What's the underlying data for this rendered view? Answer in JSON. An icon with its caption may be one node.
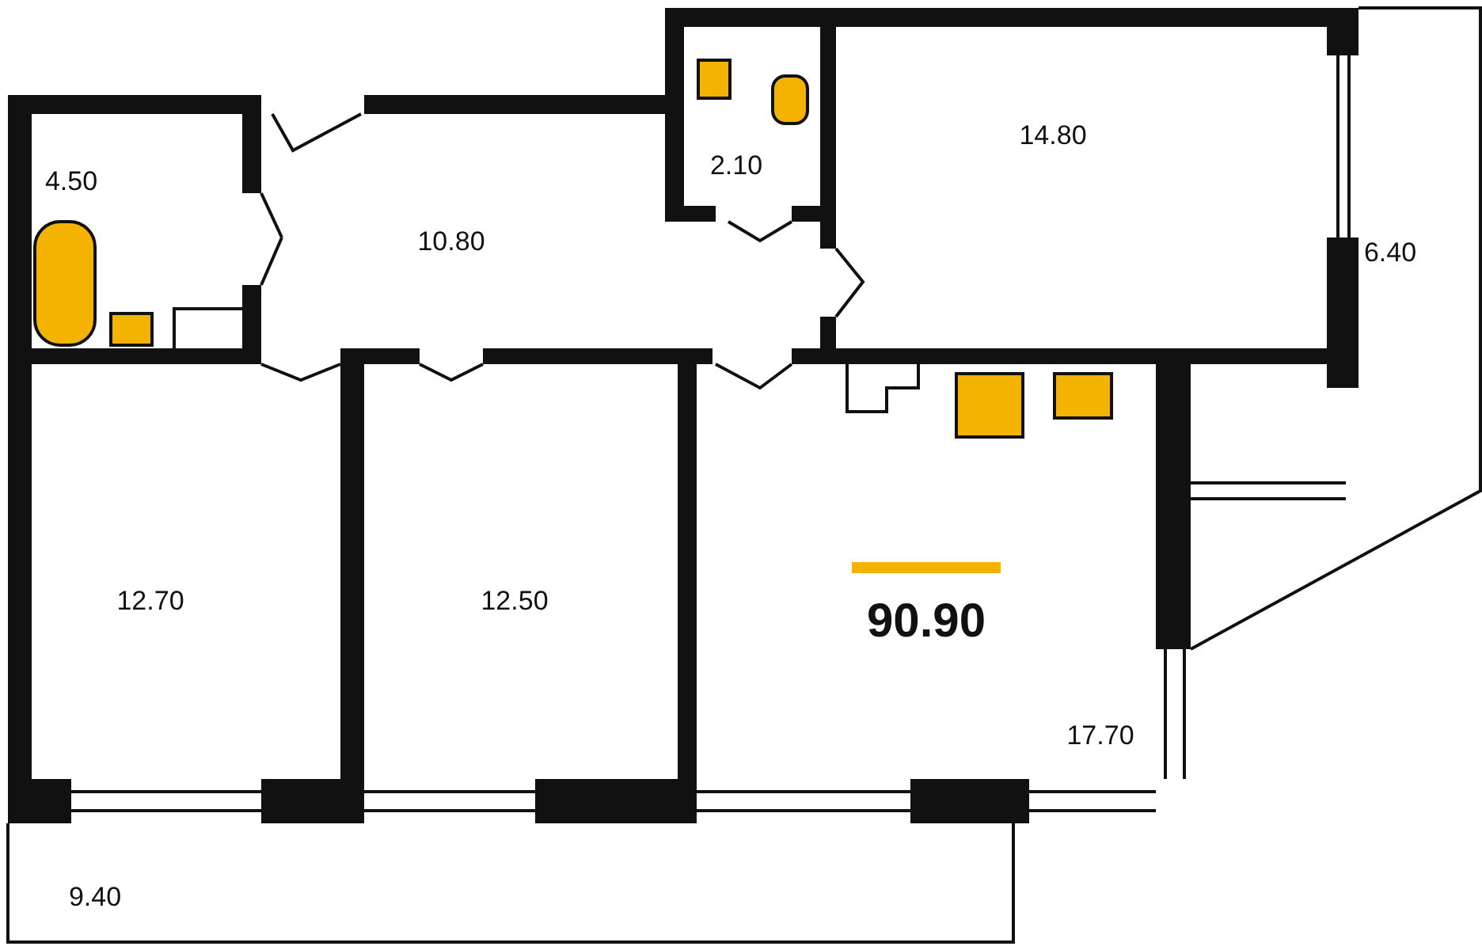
{
  "diagram": {
    "labels": [
      "2.10",
      "14.80",
      "4.50",
      "10.80",
      "6.40",
      "90.90",
      "12.70",
      "12.50",
      "17.70",
      "9.40"
    ]
  }
}
